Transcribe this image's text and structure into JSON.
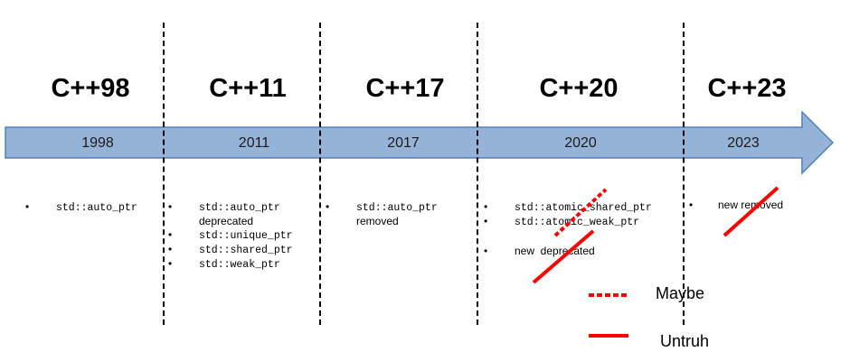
{
  "eras": [
    {
      "title": "C++98",
      "year": "1998"
    },
    {
      "title": "C++11",
      "year": "2011"
    },
    {
      "title": "C++17",
      "year": "2017"
    },
    {
      "title": "C++20",
      "year": "2020"
    },
    {
      "title": "C++23",
      "year": "2023"
    }
  ],
  "columns": {
    "cpp98": {
      "items": [
        {
          "bullet": "•",
          "code": "std::auto_ptr"
        }
      ]
    },
    "cpp11": {
      "items": [
        {
          "bullet": "•",
          "code": "std::auto_ptr"
        },
        {
          "bullet": "•",
          "code": "std::unique_ptr"
        },
        {
          "bullet": "•",
          "code": "std::shared_ptr"
        },
        {
          "bullet": "•",
          "code": "std::weak_ptr"
        }
      ],
      "note_first": "deprecated"
    },
    "cpp17": {
      "items": [
        {
          "bullet": "•",
          "code": "std::auto_ptr"
        }
      ],
      "note_first": "removed"
    },
    "cpp20": {
      "items": [
        {
          "bullet": "•",
          "code": "std::atomic_shared_ptr"
        },
        {
          "bullet": "•",
          "code": "std::atomic_weak_ptr"
        }
      ],
      "extra": {
        "bullet": "•",
        "text": "new  deprecated"
      }
    },
    "cpp23": {
      "items": [
        {
          "bullet": "•",
          "text": "new removed"
        }
      ]
    }
  },
  "legend": {
    "maybe": "Maybe",
    "untruh": "Untruh"
  },
  "colors": {
    "arrow_fill": "#95B3D7",
    "arrow_stroke": "#4F81BD",
    "strike_red": "#FF0000"
  }
}
